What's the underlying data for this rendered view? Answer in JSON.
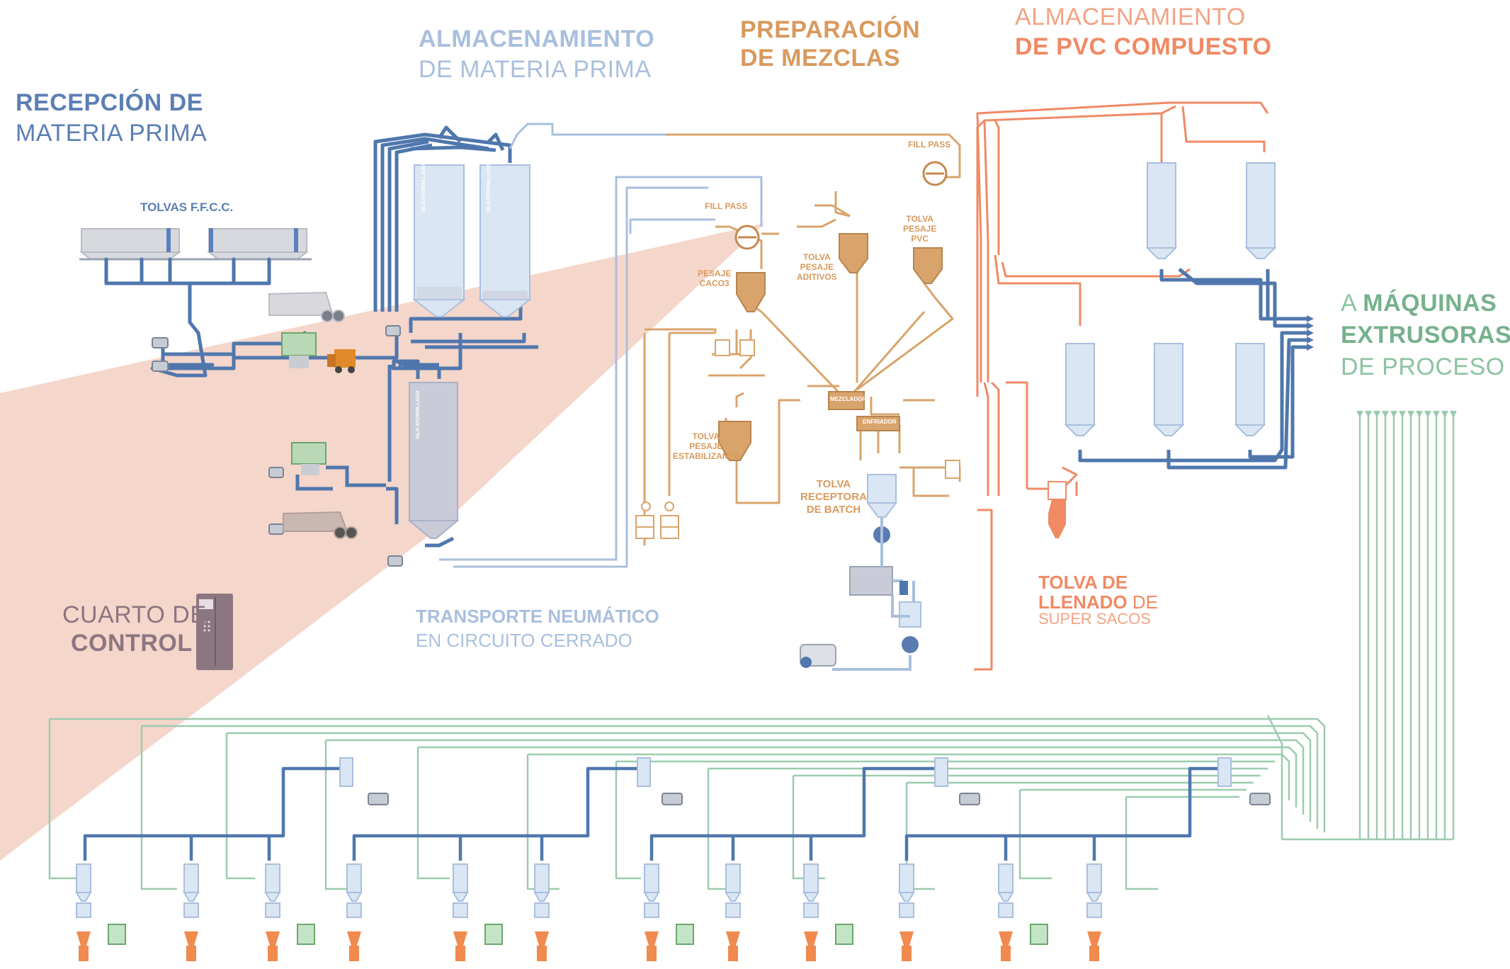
{
  "colors": {
    "raw_material_blue": "#4f77ad",
    "light_blue": "#a9bfdd",
    "mix_orange": "#d9a46c",
    "pvc_coral": "#ef8a65",
    "extruder_green": "#9ccbae",
    "control_mauve": "#8c7680",
    "beam": "#f3cfc2",
    "silo_fill": "#dbe6f4",
    "silo_grey": "#c9ccd8"
  },
  "sections": {
    "recepcion": {
      "line1": "RECEPCIÓN DE",
      "line2": "MATERIA PRIMA"
    },
    "almacenamiento_mp": {
      "line1": "ALMACENAMIENTO",
      "line2": "DE MATERIA PRIMA"
    },
    "preparacion": {
      "line1": "PREPARACIÓN",
      "line2": "DE MEZCLAS"
    },
    "almacenamiento_pvc": {
      "line1": "ALMACENAMIENTO",
      "line2": "DE PVC COMPUESTO"
    },
    "maquinas": {
      "prefix": "A ",
      "line1": "MÁQUINAS",
      "line2": "EXTRUSORAS",
      "line3": "DE PROCESO"
    },
    "cuarto": {
      "line1": "CUARTO DE",
      "line2": "CONTROL"
    },
    "transporte": {
      "line1": "TRANSPORTE NEUMÁTICO",
      "line2": "EN CIRCUITO CERRADO"
    },
    "tolva_llenado": {
      "line1": "TOLVA DE",
      "line2a": "LLENADO",
      "line2b": " DE",
      "line3": "SUPER SACOS"
    }
  },
  "labels": {
    "tolvas_ffcc": "TOLVAS F.F.C.C.",
    "fill_pass_1": "FILL PASS",
    "fill_pass_2": "FILL PASS",
    "pesaje_caco3_1": "PESAJE",
    "pesaje_caco3_2": "CACO3",
    "tolva_aditivos_1": "TOLVA",
    "tolva_aditivos_2": "PESAJE",
    "tolva_aditivos_3": "ADITIVOS",
    "tolva_pvc_1": "TOLVA",
    "tolva_pvc_2": "PESAJE",
    "tolva_pvc_3": "PVC",
    "tolva_estab_1": "TOLVA",
    "tolva_estab_2": "PESAJE",
    "tolva_estab_3": "ESTABILIZANTE",
    "tolva_batch_1": "TOLVA",
    "tolva_batch_2": "RECEPTORA",
    "tolva_batch_3": "DE BATCH",
    "silo_atornillado": "SILO ATORNILLADO",
    "mezclador": "MEZCLADOR",
    "enfriador": "ENFRIADOR"
  }
}
